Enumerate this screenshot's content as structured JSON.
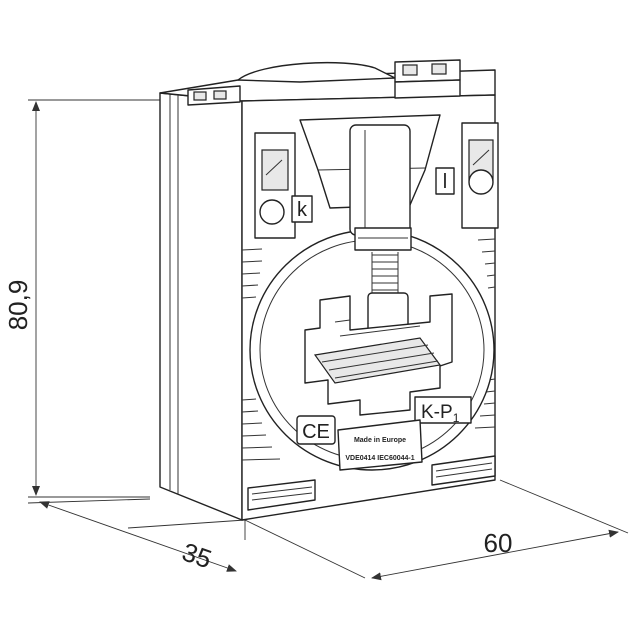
{
  "dimensions": {
    "height": "80,9",
    "depth": "35",
    "width": "60"
  },
  "labels": {
    "terminal_k": "k",
    "terminal_l": "l",
    "marking": "K-P",
    "marking_sub": "1",
    "ce": "CE",
    "origin": "Made in Europe",
    "standard": "VDE0414 IEC60044-1"
  }
}
